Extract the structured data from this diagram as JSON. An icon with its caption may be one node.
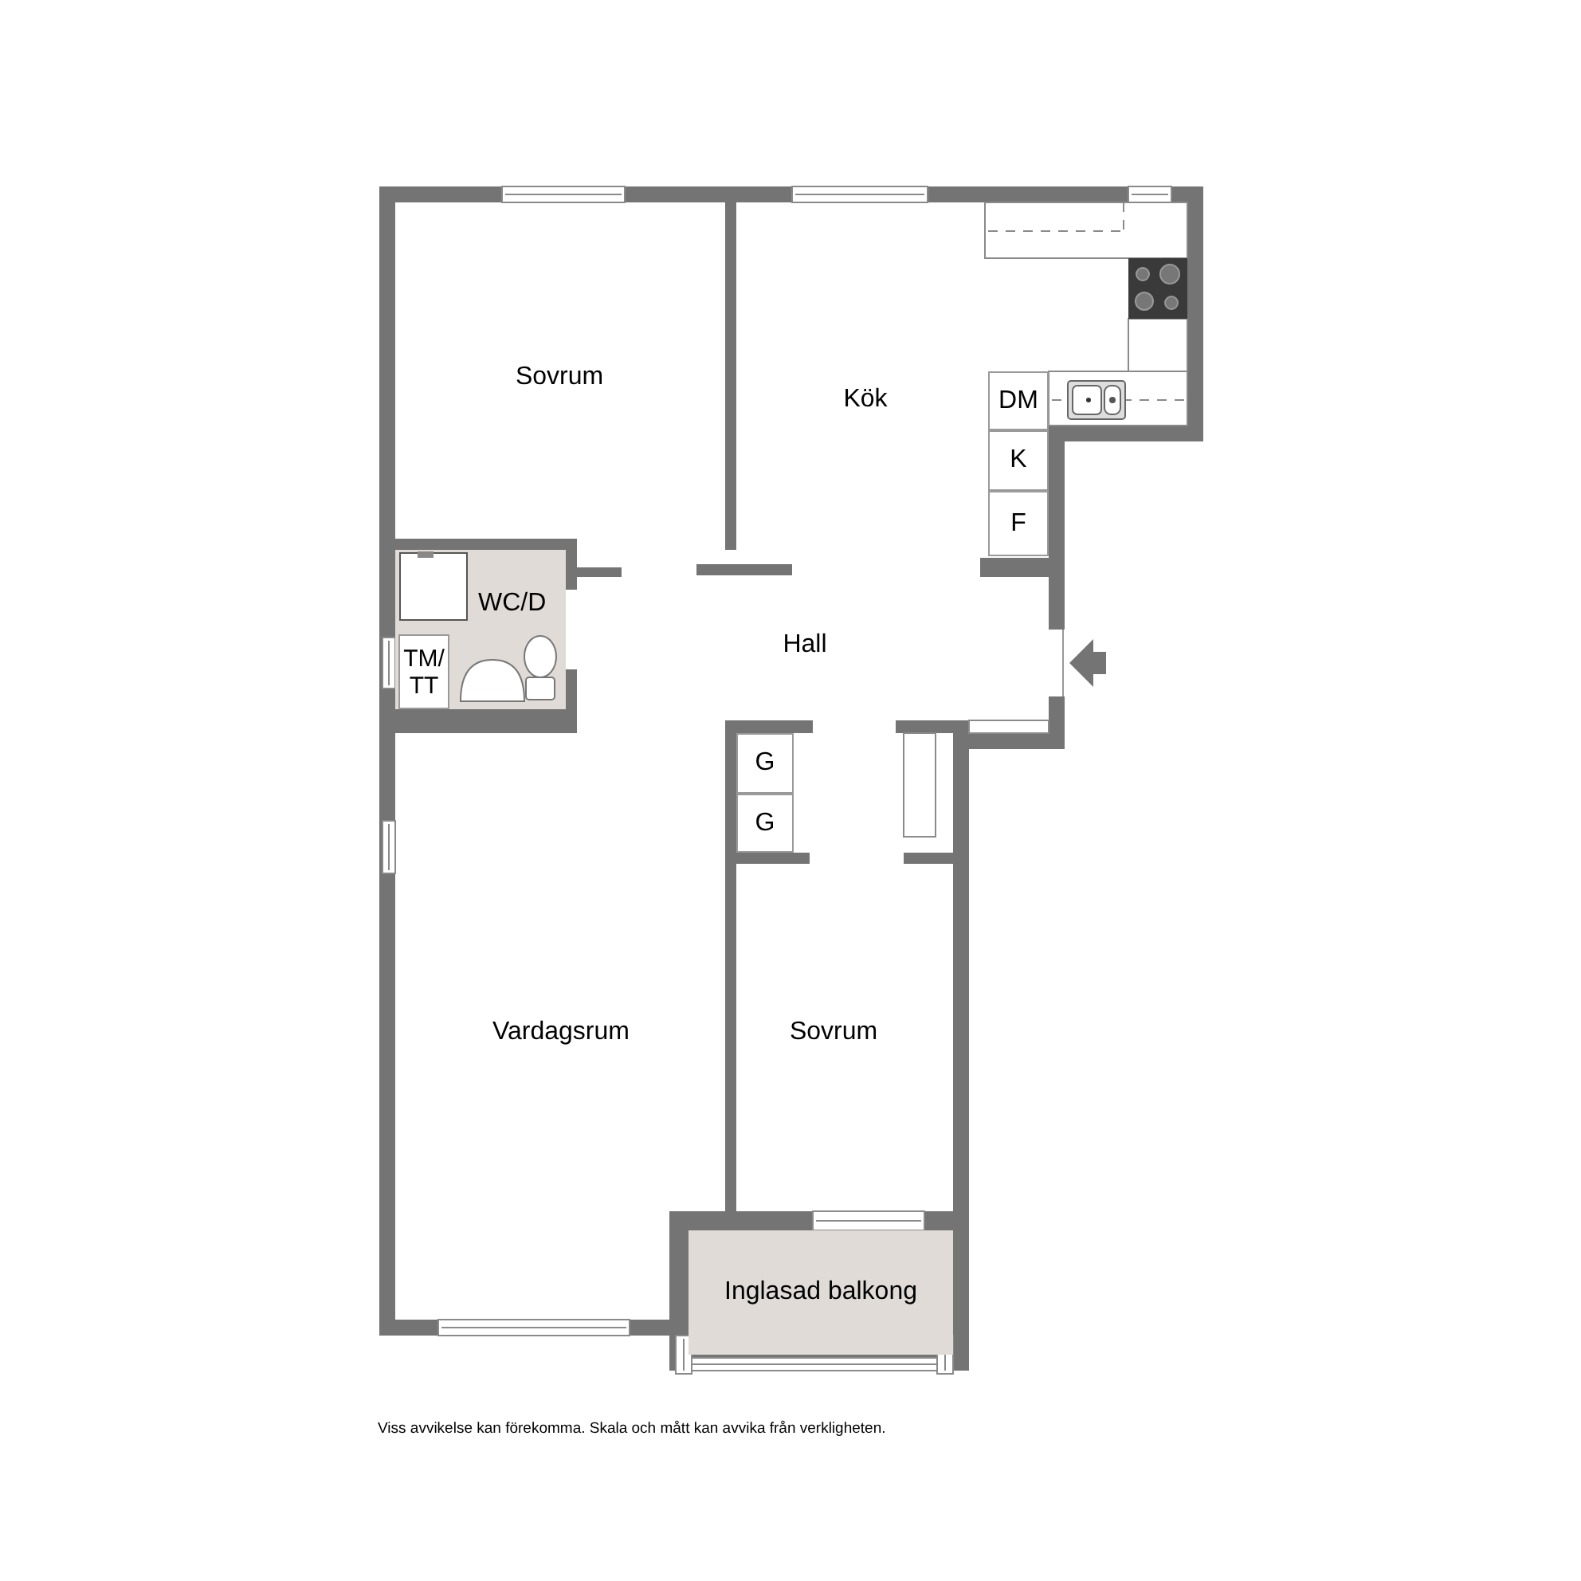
{
  "diagram": {
    "caption": "Viss avvikelse kan förekomma. Skala och mått kan avvika från verkligheten.",
    "nodes": [
      {
        "text": [
          "Sovrum"
        ]
      },
      {
        "text": [
          "Kök"
        ]
      },
      {
        "text": [
          "DM"
        ]
      },
      {
        "text": [
          "K"
        ]
      },
      {
        "text": [
          "F"
        ]
      },
      {
        "text": [
          "WC/D"
        ]
      },
      {
        "text": [
          "TM/TT"
        ],
        "in": 5
      },
      {
        "text": [
          "Hall"
        ]
      },
      {
        "text": [
          "G"
        ]
      },
      {
        "text": [
          "G"
        ]
      },
      {
        "text": [
          "Vardagsrum"
        ]
      },
      {
        "text": [
          "Sovrum"
        ]
      },
      {
        "text": [
          "Inglasad balkong"
        ]
      }
    ],
    "edges": []
  }
}
